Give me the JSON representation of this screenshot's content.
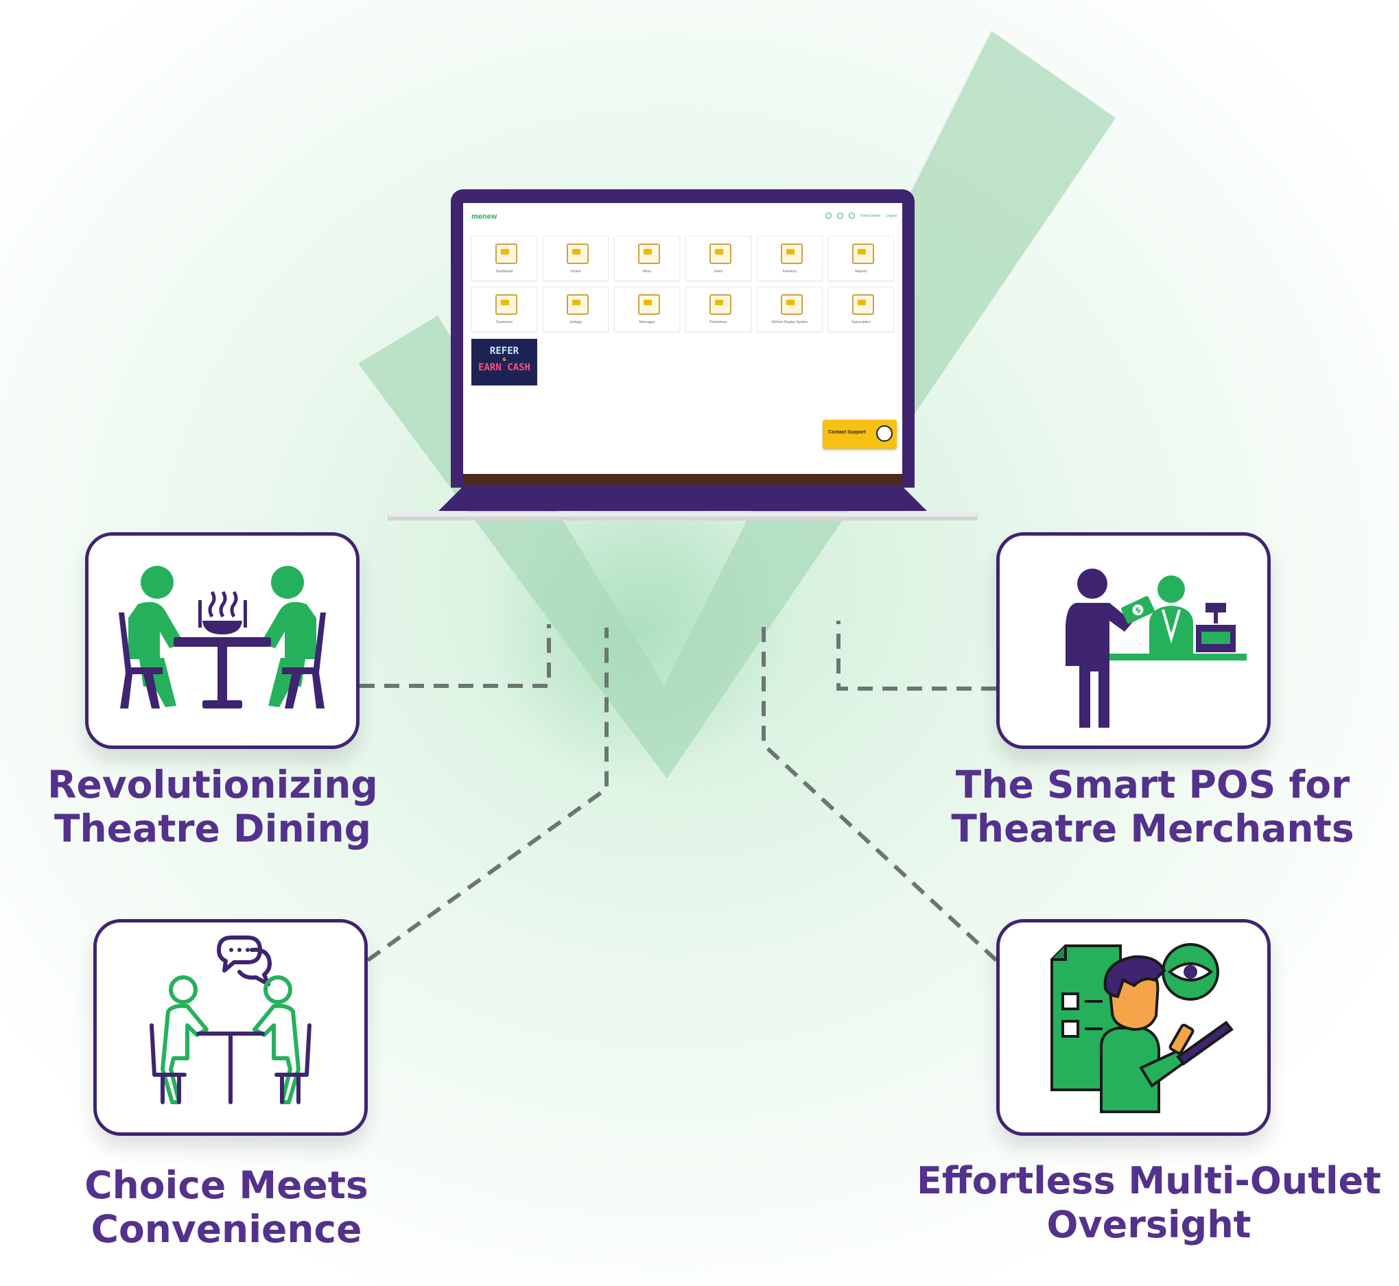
{
  "colors": {
    "primary_purple": "#3f2470",
    "title_purple": "#54318c",
    "accent_green": "#25b15b",
    "check_green": "#a8d9b6",
    "connector_gray": "#6b7673",
    "support_yellow": "#f7c114"
  },
  "laptop": {
    "app": {
      "logo": "menew",
      "nav": [
        "Krona Owner",
        "Logout"
      ],
      "tiles": [
        {
          "label": "Dashboard",
          "icon": "dashboard-icon"
        },
        {
          "label": "Orders",
          "icon": "orders-icon"
        },
        {
          "label": "Menu",
          "icon": "menu-icon"
        },
        {
          "label": "Users",
          "icon": "users-icon"
        },
        {
          "label": "Inventory",
          "icon": "inventory-icon"
        },
        {
          "label": "Reports",
          "icon": "reports-icon"
        },
        {
          "label": "Customers",
          "icon": "customers-icon"
        },
        {
          "label": "Settings",
          "icon": "settings-icon"
        },
        {
          "label": "Messages",
          "icon": "messages-icon"
        },
        {
          "label": "Promotions",
          "icon": "promotions-icon"
        },
        {
          "label": "Kitchen Display System",
          "icon": "kitchen-display-icon"
        },
        {
          "label": "Subscription",
          "icon": "subscription-icon"
        }
      ],
      "banner": {
        "line1": "REFER",
        "line2": "&",
        "line3": "EARN CASH"
      },
      "support_label": "Contact Support"
    }
  },
  "cards": [
    {
      "id": "dining",
      "title": "Revolutionizing\nTheatre Dining",
      "icon": "dining-table-icon"
    },
    {
      "id": "pos",
      "title": "The Smart POS for\nTheatre Merchants",
      "icon": "cashier-payment-icon"
    },
    {
      "id": "choice",
      "title": "Choice Meets\nConvenience",
      "icon": "conversation-table-icon"
    },
    {
      "id": "oversight",
      "title": "Effortless Multi-Outlet\nOversight",
      "icon": "monitoring-checklist-icon"
    }
  ]
}
